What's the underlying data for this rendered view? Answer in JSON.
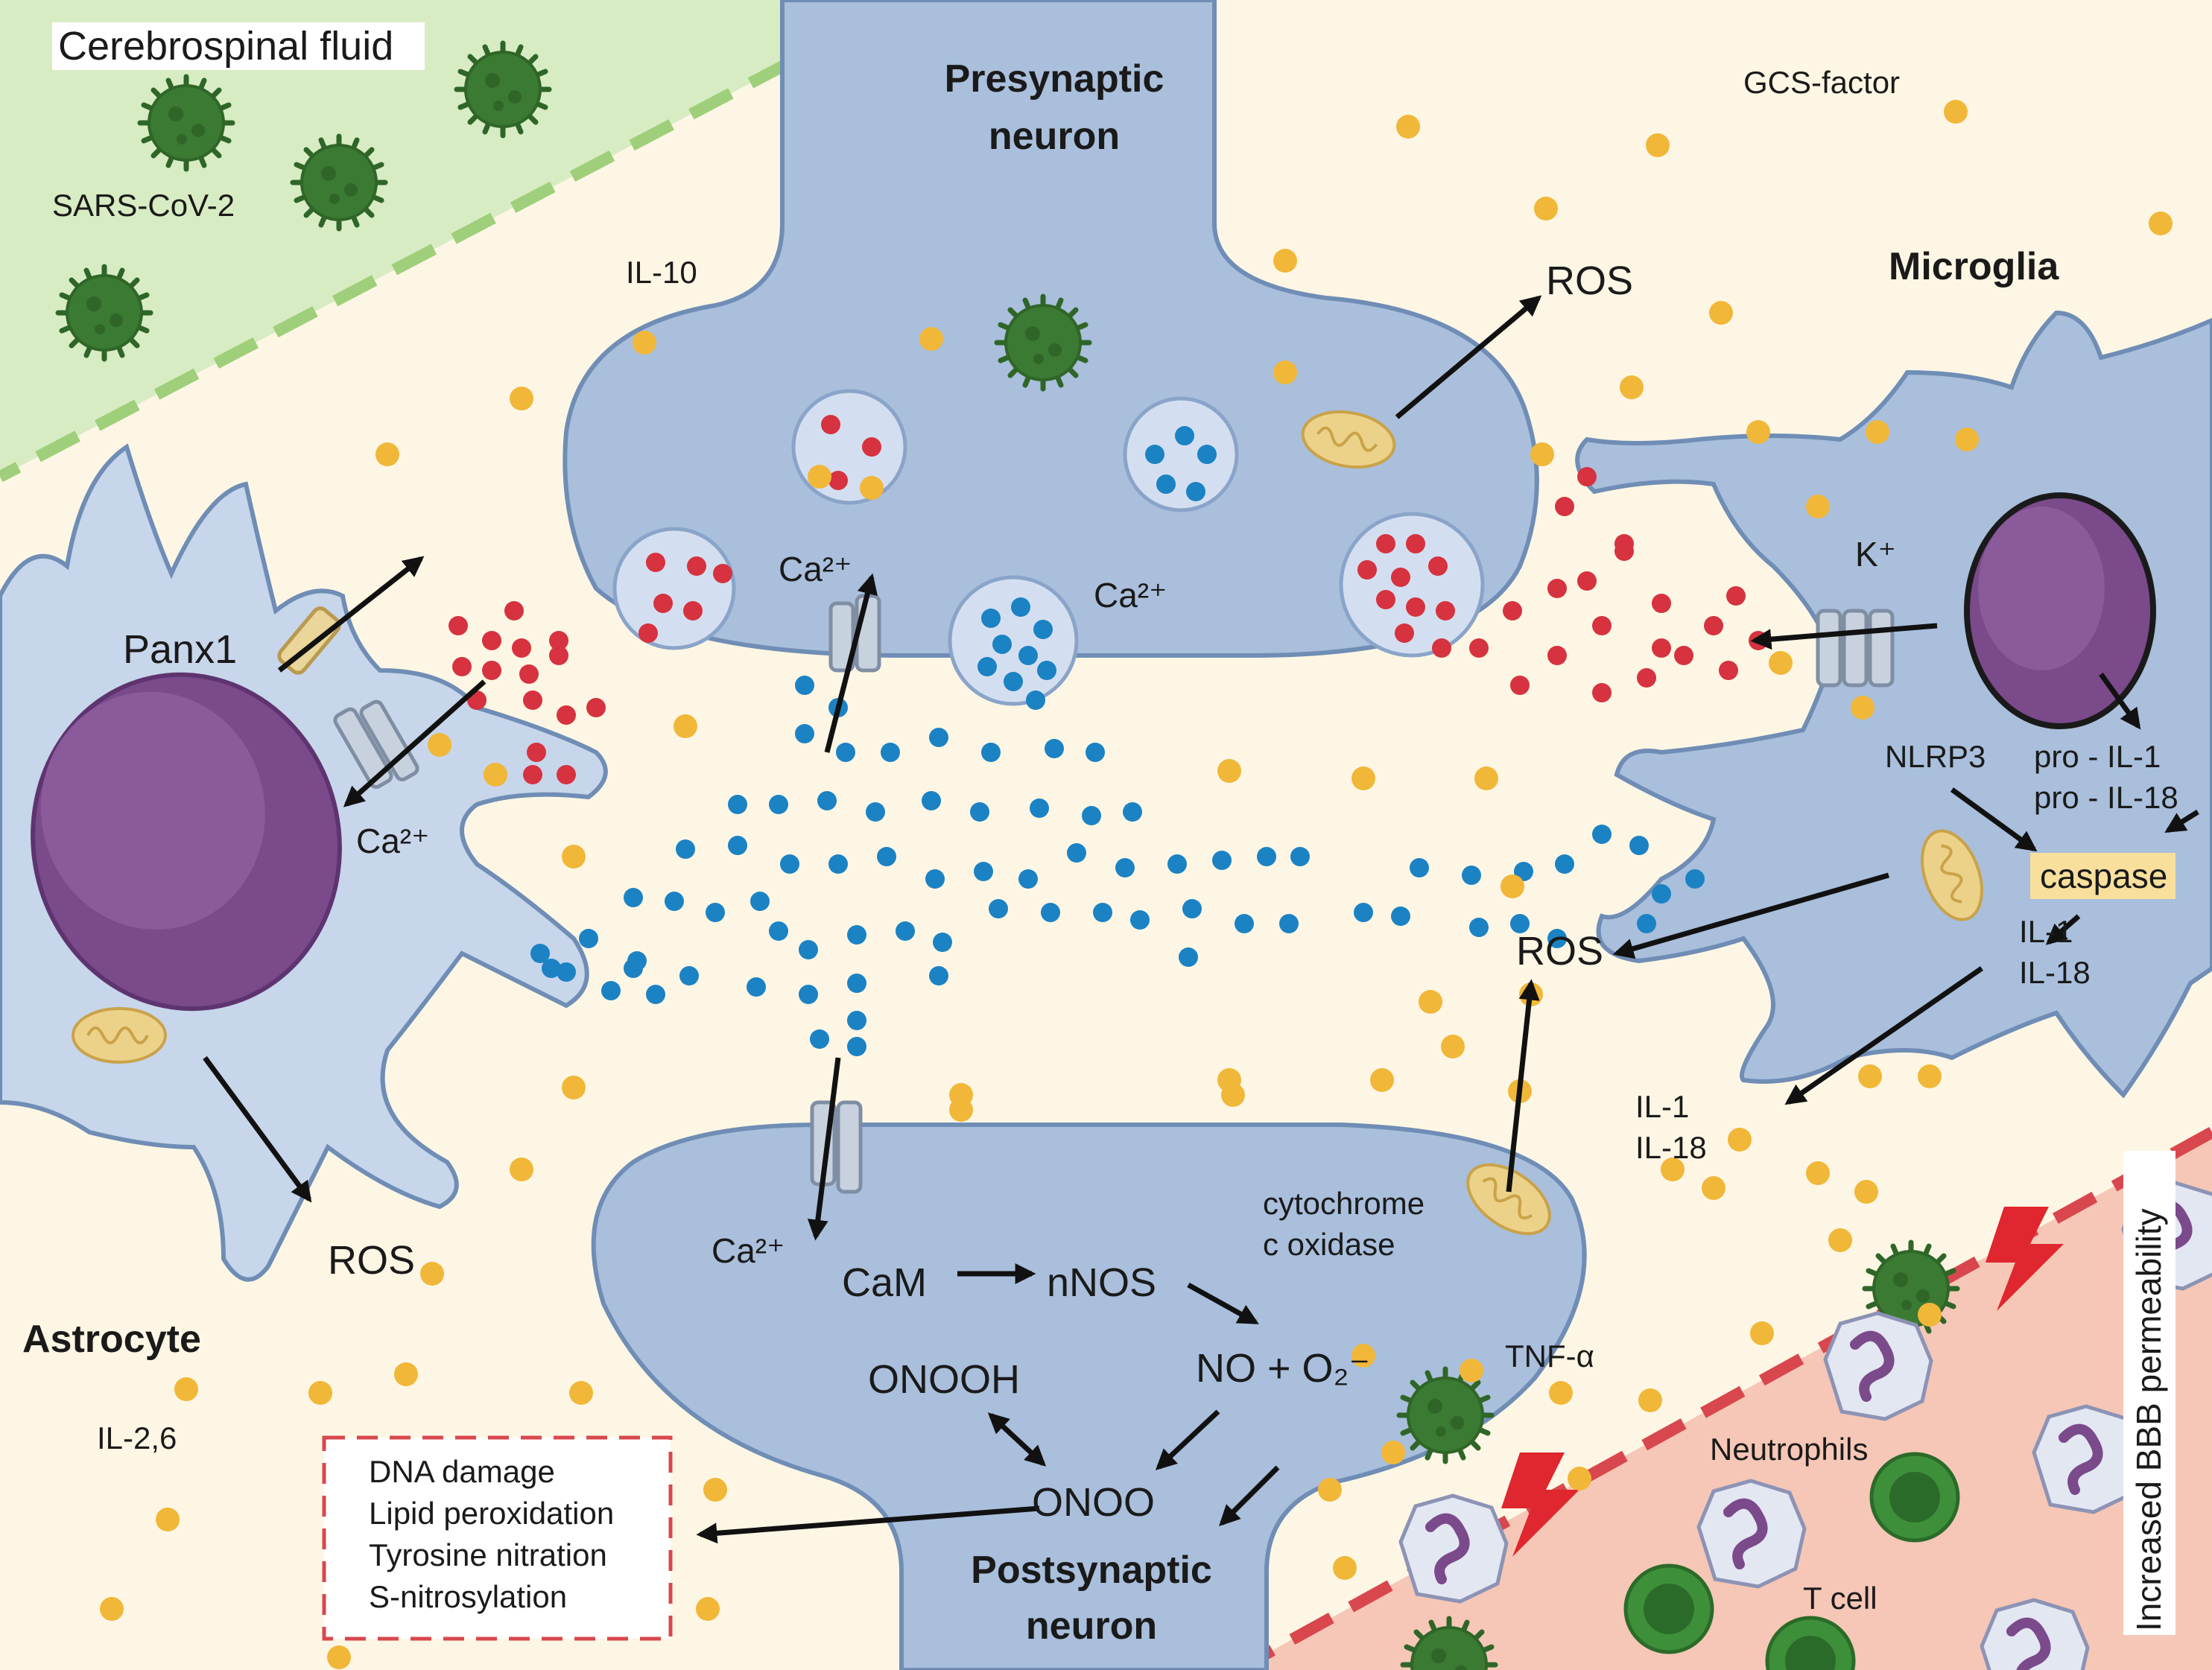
{
  "colors": {
    "background": "#fdf6e4",
    "csf_region": "#d8ecc3",
    "csf_dash": "#9fcf7b",
    "blood_region": "#f6c7b6",
    "blood_dash": "#d9474e",
    "cell_fill": "#a9bfdc",
    "cell_stroke": "#6f8db5",
    "nucleus": "#7b4a8b",
    "mitochondria": "#ecd289",
    "virus": "#3b7a32",
    "glutamate_dot": "#d6323f",
    "calcium_dot": "#1b82c4",
    "cytokine_dot": "#f1b738",
    "caspase_box": "#f8df9c",
    "box_dash": "#d9474e",
    "lightning": "#e0262e"
  },
  "icons": [
    "virus-icon",
    "mitochondria-icon",
    "channel-icon",
    "neutrophil-icon",
    "t-cell-icon",
    "lightning-icon"
  ],
  "regions": {
    "csf": "Cerebrospinal fluid",
    "virus": "SARS-CoV-2",
    "bbb": "Increased BBB permeability"
  },
  "cells": {
    "presynaptic": "Presynaptic\nneuron",
    "postsynaptic": "Postsynaptic\nneuron",
    "microglia": "Microglia",
    "astrocyte": "Astrocyte",
    "neutrophils": "Neutrophils",
    "tcell": "T cell"
  },
  "labels": {
    "il10": "IL-10",
    "gcs": "GCS-factor",
    "ros_top": "ROS",
    "ros_mid": "ROS",
    "ros_astro": "ROS",
    "panx1": "Panx1",
    "ca_astro": "Ca²⁺",
    "ca_pre1": "Ca²⁺",
    "ca_pre2": "Ca²⁺",
    "ca_post": "Ca²⁺",
    "k": "K⁺",
    "nlrp3": "NLRP3",
    "pro_il1": "pro - IL-1",
    "pro_il18": "pro - IL-18",
    "caspase": "caspase",
    "il1_in": "IL-1",
    "il18_in": "IL-18",
    "il1_out": "IL-1",
    "il18_out": "IL-18",
    "cyto_1": "cytochrome",
    "cyto_2": "c oxidase",
    "cam": "CaM",
    "nnos": "nNOS",
    "no": "NO + O₂⁻",
    "onooh": "ONOOH",
    "onoo": "ONOO",
    "tnf": "TNF-α",
    "il26": "IL-2,6"
  },
  "effects": [
    "DNA damage",
    "Lipid peroxidation",
    "Tyrosine nitration",
    "S-nitrosylation"
  ]
}
